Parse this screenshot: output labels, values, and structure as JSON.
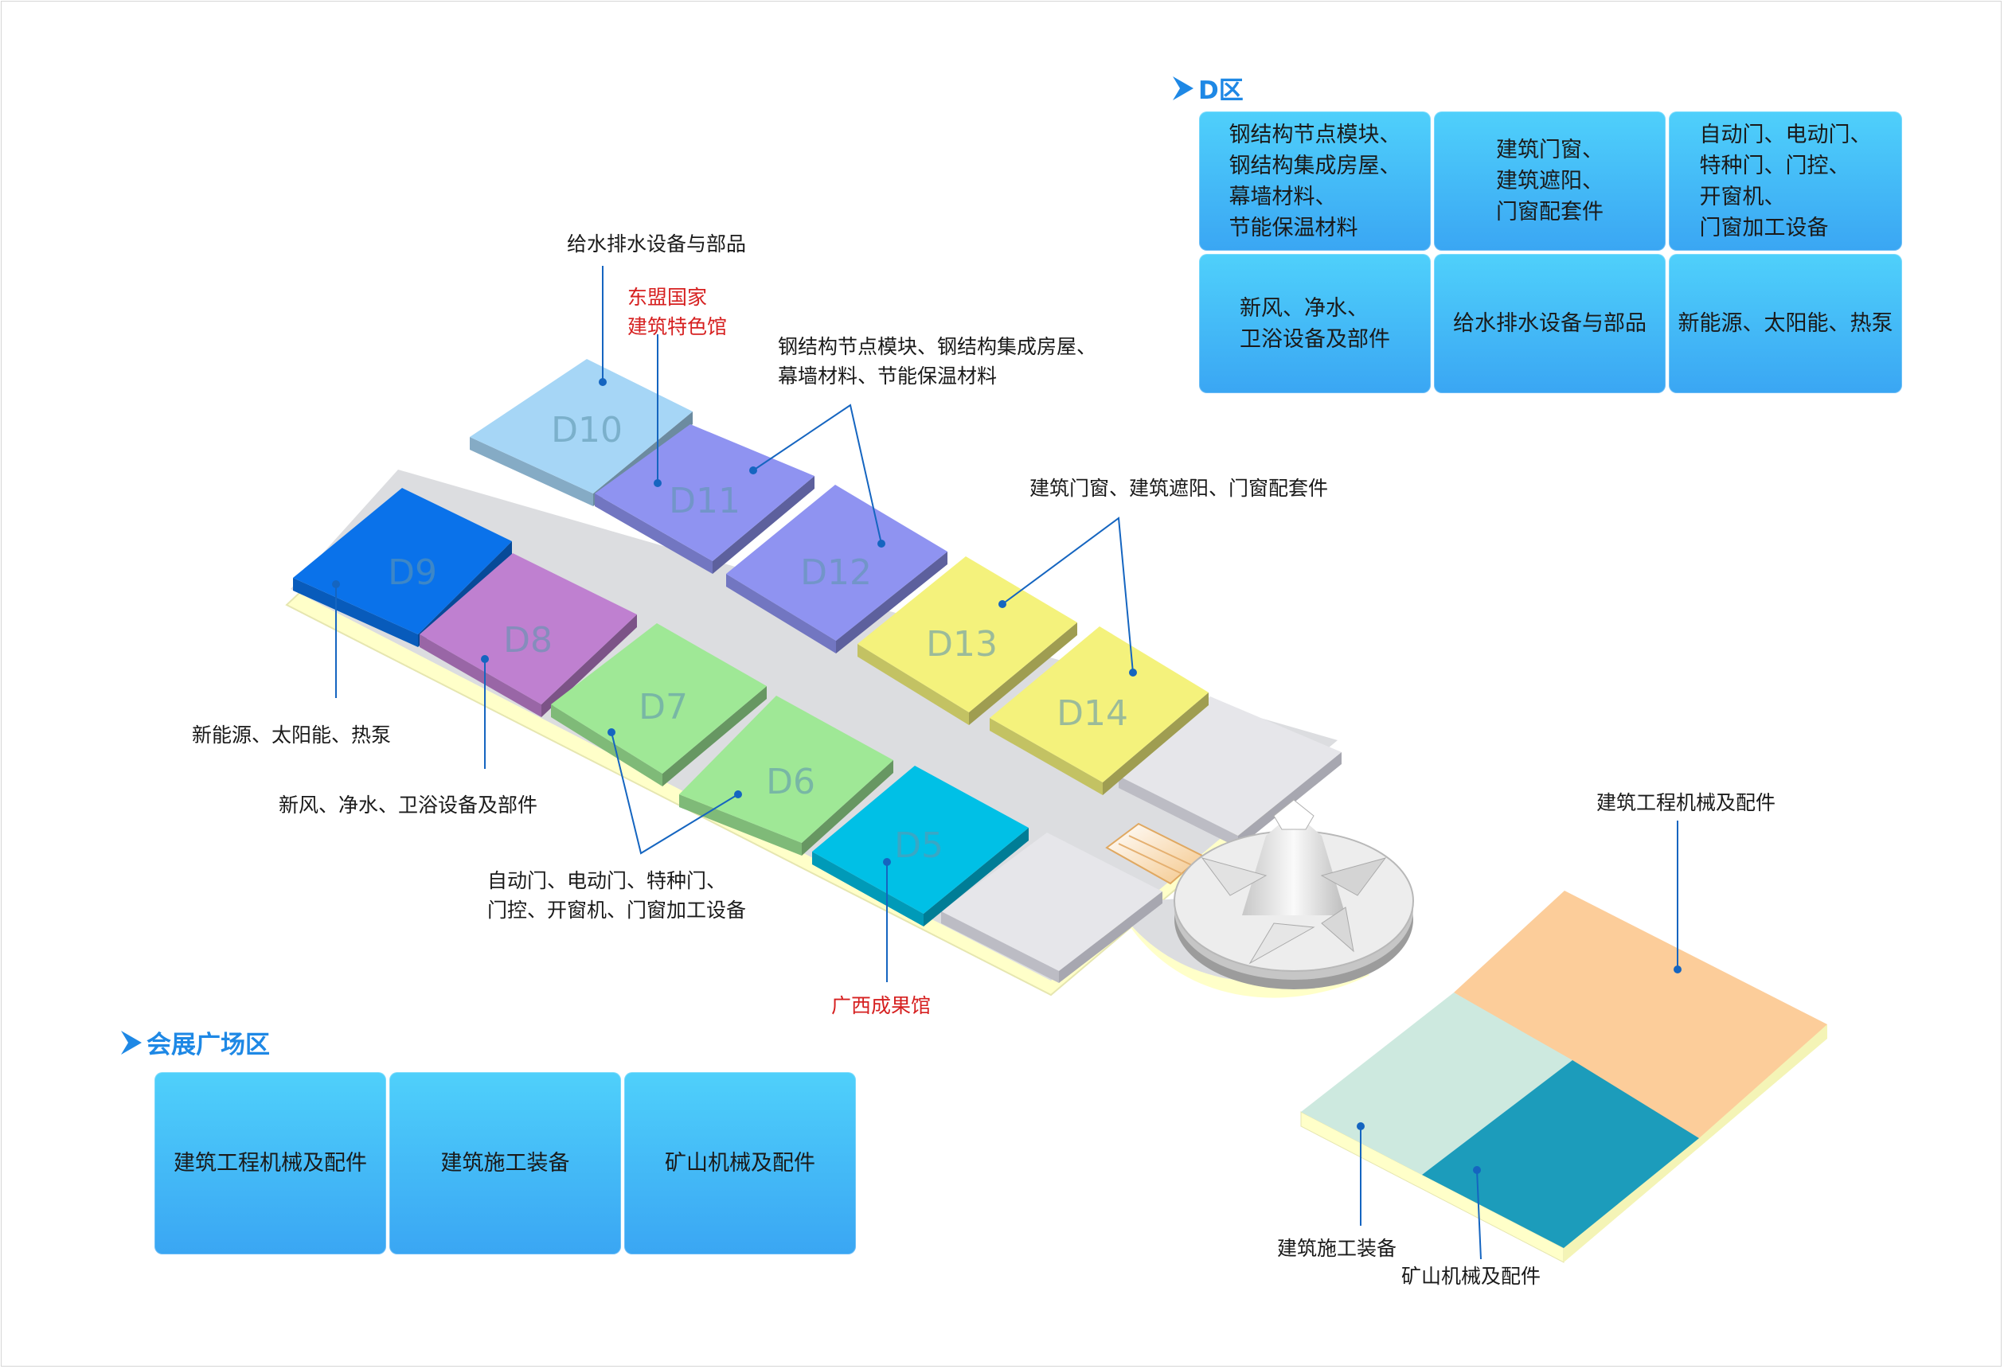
{
  "sections": {
    "d_zone": {
      "title": "D区",
      "cells": [
        "钢结构节点模块、\n钢结构集成房屋、\n幕墙材料、\n节能保温材料",
        "建筑门窗、\n建筑遮阳、\n门窗配套件",
        "自动门、电动门、\n特种门、门控、\n开窗机、\n门窗加工设备",
        "新风、净水、\n卫浴设备及部件",
        "给水排水设备与部品",
        "新能源、太阳能、热泵"
      ]
    },
    "plaza_zone": {
      "title": "会展广场区",
      "cells": [
        "建筑工程机械及配件",
        "建筑施工装备",
        "矿山机械及配件"
      ]
    }
  },
  "halls": [
    "D5",
    "D6",
    "D7",
    "D8",
    "D9",
    "D10",
    "D11",
    "D12",
    "D13",
    "D14"
  ],
  "labels": {
    "water": "给水排水设备与部品",
    "asean": "东盟国家\n建筑特色馆",
    "steel": "钢结构节点模块、钢结构集成房屋、\n幕墙材料、节能保温材料",
    "windows": "建筑门窗、建筑遮阳、门窗配套件",
    "energy": "新能源、太阳能、热泵",
    "hvac": "新风、净水、卫浴设备及部件",
    "doors": "自动门、电动门、特种门、\n门控、开窗机、门窗加工设备",
    "guangxi": "广西成果馆",
    "machinery": "建筑工程机械及配件",
    "construction": "建筑施工装备",
    "mining": "矿山机械及配件"
  },
  "colors": {
    "accent": "#1e88e5",
    "leader": "#1565c0",
    "red_label": "#d62020",
    "D5": "#00c0e6",
    "D6": "#9fe896",
    "D7": "#9fe896",
    "D8": "#bf80d0",
    "D9": "#0a72ea",
    "D10": "#a6d6f6",
    "D11": "#8f93f1",
    "D12": "#8f93f1",
    "D13": "#f4f27c",
    "D14": "#f4f27c",
    "plaza_orange": "#fccd9a",
    "plaza_mint": "#cde9df",
    "plaza_teal": "#1c9cbb"
  }
}
